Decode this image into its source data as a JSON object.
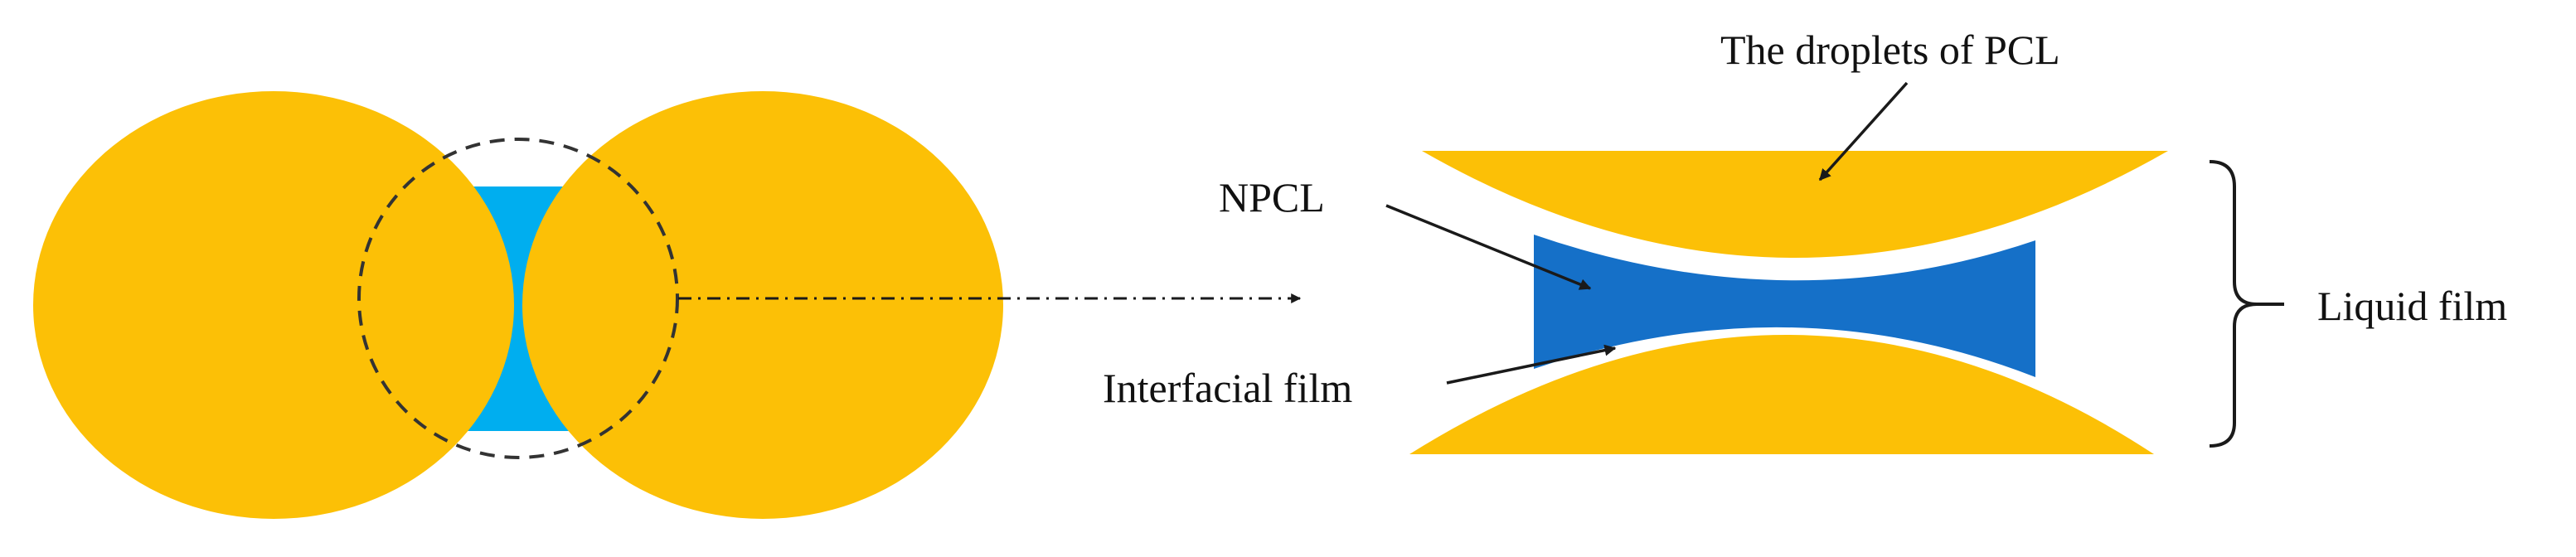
{
  "labels": {
    "droplets": "The droplets of PCL",
    "npcl": "NPCL",
    "interfacial": "Interfacial film",
    "liquid": "Liquid film"
  },
  "colors": {
    "droplet": "#FCC006",
    "npcl_bridge": "#00AEEF",
    "npcl_zoom": "#1570C8",
    "line": "#1a1a1a"
  }
}
